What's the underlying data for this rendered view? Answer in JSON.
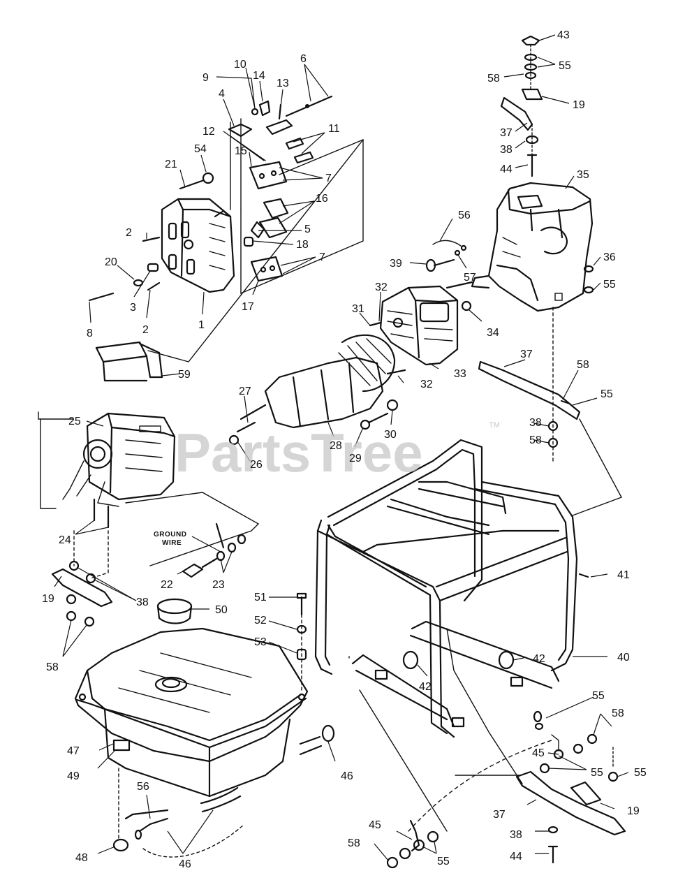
{
  "watermark": {
    "text": "PartsTree",
    "mark": "TM"
  },
  "annotations": {
    "ground_wire_line1": "GROUND",
    "ground_wire_line2": "WIRE"
  },
  "callouts": [
    {
      "id": "c43",
      "label": "43"
    },
    {
      "id": "c55a",
      "label": "55"
    },
    {
      "id": "c58a",
      "label": "58"
    },
    {
      "id": "c19a",
      "label": "19"
    },
    {
      "id": "c37a",
      "label": "37"
    },
    {
      "id": "c38a",
      "label": "38"
    },
    {
      "id": "c44a",
      "label": "44"
    },
    {
      "id": "c35",
      "label": "35"
    },
    {
      "id": "c36",
      "label": "36"
    },
    {
      "id": "c55b",
      "label": "55"
    },
    {
      "id": "c56a",
      "label": "56"
    },
    {
      "id": "c57",
      "label": "57"
    },
    {
      "id": "c39",
      "label": "39"
    },
    {
      "id": "c34",
      "label": "34"
    },
    {
      "id": "c10",
      "label": "10"
    },
    {
      "id": "c9",
      "label": "9"
    },
    {
      "id": "c14",
      "label": "14"
    },
    {
      "id": "c6",
      "label": "6"
    },
    {
      "id": "c4",
      "label": "4"
    },
    {
      "id": "c13",
      "label": "13"
    },
    {
      "id": "c12",
      "label": "12"
    },
    {
      "id": "c11",
      "label": "11"
    },
    {
      "id": "c21",
      "label": "21"
    },
    {
      "id": "c54",
      "label": "54"
    },
    {
      "id": "c15",
      "label": "15"
    },
    {
      "id": "c7a",
      "label": "7"
    },
    {
      "id": "c16",
      "label": "16"
    },
    {
      "id": "c2a",
      "label": "2"
    },
    {
      "id": "c5",
      "label": "5"
    },
    {
      "id": "c18",
      "label": "18"
    },
    {
      "id": "c7b",
      "label": "7"
    },
    {
      "id": "c20",
      "label": "20"
    },
    {
      "id": "c3",
      "label": "3"
    },
    {
      "id": "c2b",
      "label": "2"
    },
    {
      "id": "c17",
      "label": "17"
    },
    {
      "id": "c8",
      "label": "8"
    },
    {
      "id": "c1",
      "label": "1"
    },
    {
      "id": "c32a",
      "label": "32"
    },
    {
      "id": "c31",
      "label": "31"
    },
    {
      "id": "c33",
      "label": "33"
    },
    {
      "id": "c32b",
      "label": "32"
    },
    {
      "id": "c59",
      "label": "59"
    },
    {
      "id": "c27",
      "label": "27"
    },
    {
      "id": "c25",
      "label": "25"
    },
    {
      "id": "c26",
      "label": "26"
    },
    {
      "id": "c28",
      "label": "28"
    },
    {
      "id": "c29",
      "label": "29"
    },
    {
      "id": "c30",
      "label": "30"
    },
    {
      "id": "c37b",
      "label": "37"
    },
    {
      "id": "c58b",
      "label": "58"
    },
    {
      "id": "c55c",
      "label": "55"
    },
    {
      "id": "c38b",
      "label": "38"
    },
    {
      "id": "c58c",
      "label": "58"
    },
    {
      "id": "c24",
      "label": "24"
    },
    {
      "id": "c22",
      "label": "22"
    },
    {
      "id": "c23",
      "label": "23"
    },
    {
      "id": "c19b",
      "label": "19"
    },
    {
      "id": "c38c",
      "label": "38"
    },
    {
      "id": "c58d",
      "label": "58"
    },
    {
      "id": "c41",
      "label": "41"
    },
    {
      "id": "c51",
      "label": "51"
    },
    {
      "id": "c50",
      "label": "50"
    },
    {
      "id": "c52",
      "label": "52"
    },
    {
      "id": "c53",
      "label": "53"
    },
    {
      "id": "c42a",
      "label": "42"
    },
    {
      "id": "c40",
      "label": "40"
    },
    {
      "id": "c42b",
      "label": "42"
    },
    {
      "id": "c55d",
      "label": "55"
    },
    {
      "id": "c58e",
      "label": "58"
    },
    {
      "id": "c47",
      "label": "47"
    },
    {
      "id": "c49",
      "label": "49"
    },
    {
      "id": "c45a",
      "label": "45"
    },
    {
      "id": "c46a",
      "label": "46"
    },
    {
      "id": "c55e",
      "label": "55"
    },
    {
      "id": "c55f",
      "label": "55"
    },
    {
      "id": "c56b",
      "label": "56"
    },
    {
      "id": "c37c",
      "label": "37"
    },
    {
      "id": "c19c",
      "label": "19"
    },
    {
      "id": "c45b",
      "label": "45"
    },
    {
      "id": "c38d",
      "label": "38"
    },
    {
      "id": "c58f",
      "label": "58"
    },
    {
      "id": "c55g",
      "label": "55"
    },
    {
      "id": "c48",
      "label": "48"
    },
    {
      "id": "c46b",
      "label": "46"
    },
    {
      "id": "c44b",
      "label": "44"
    }
  ]
}
